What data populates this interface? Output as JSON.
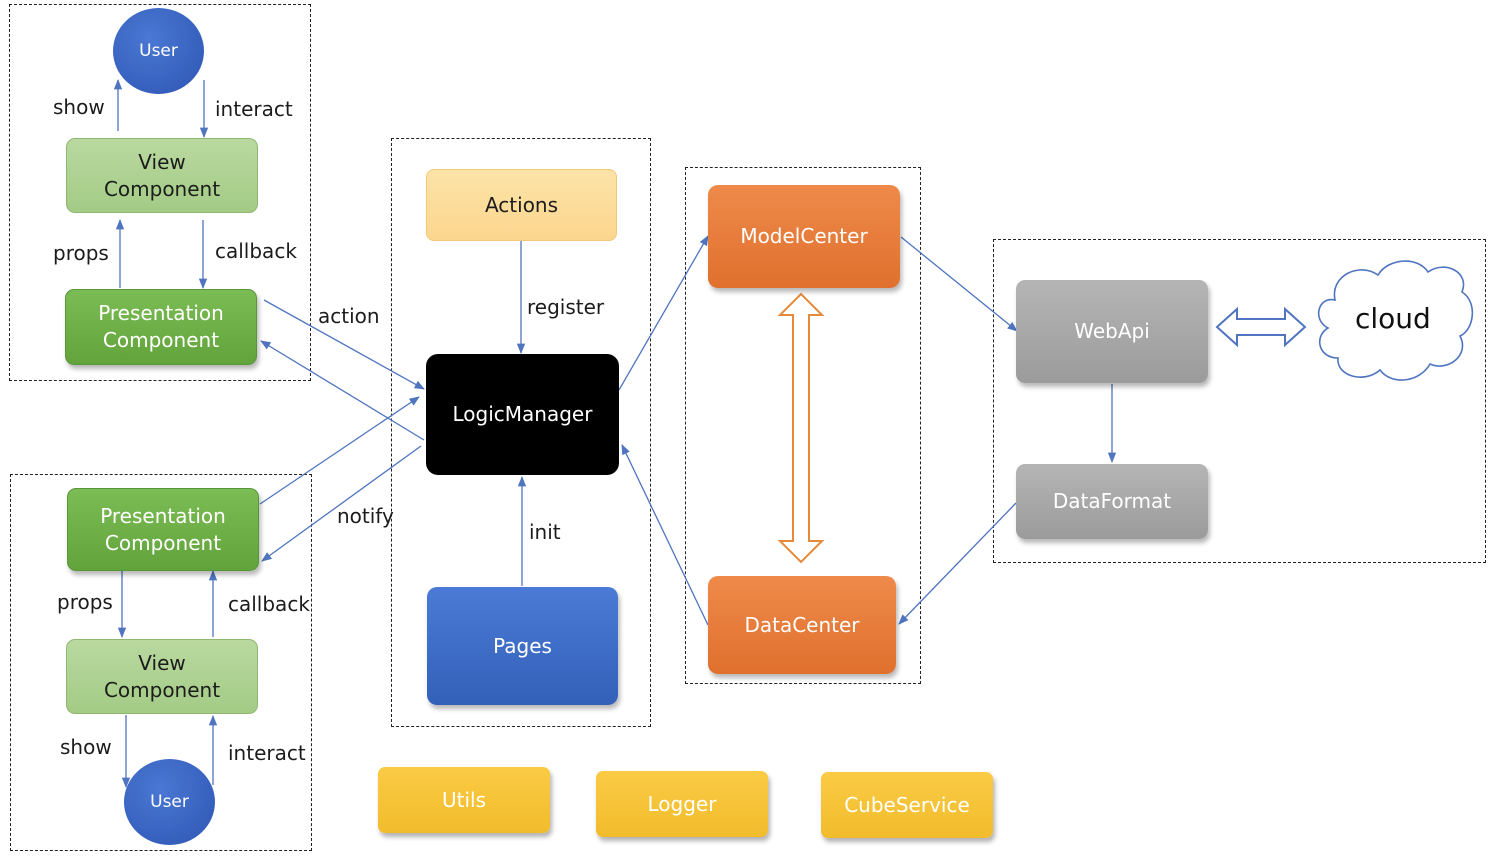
{
  "nodes": {
    "user_top": "User",
    "view_top": "View\nComponent",
    "presentation_top": "Presentation\nComponent",
    "presentation_bottom": "Presentation\nComponent",
    "view_bottom": "View\nComponent",
    "user_bottom": "User",
    "actions": "Actions",
    "logic_manager": "LogicManager",
    "pages": "Pages",
    "model_center": "ModelCenter",
    "data_center": "DataCenter",
    "web_api": "WebApi",
    "data_format": "DataFormat",
    "cloud": "cloud",
    "utils": "Utils",
    "logger": "Logger",
    "cube_service": "CubeService"
  },
  "edge_labels": {
    "show_top": "show",
    "interact_top": "interact",
    "props_top": "props",
    "callback_top": "callback",
    "action": "action",
    "notify": "notify",
    "register": "register",
    "init": "init",
    "props_bottom": "props",
    "callback_bottom": "callback",
    "show_bottom": "show",
    "interact_bottom": "interact"
  },
  "colors": {
    "arrow": "#4f74c0",
    "double_arrow_orange": "#e58a3c",
    "double_arrow_blue": "#4f74c0",
    "cloud_stroke": "#4f74c0"
  }
}
